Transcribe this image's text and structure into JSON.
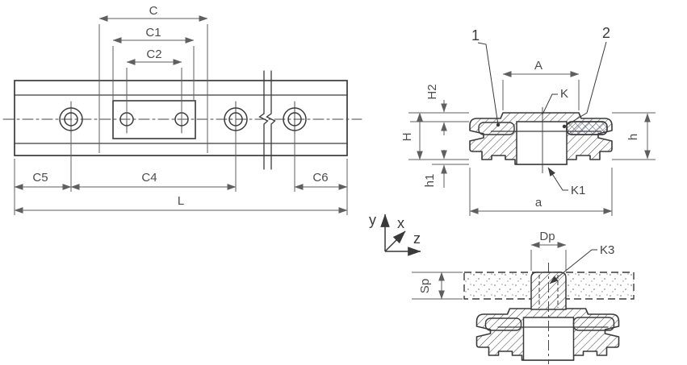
{
  "drawing": {
    "type": "technical-engineering-drawing",
    "views": [
      "rail-top-view",
      "carriage-cross-section",
      "mounting-cross-section",
      "coordinate-axes"
    ]
  },
  "labels": {
    "top_view": {
      "C": "C",
      "C1": "C1",
      "C2": "C2",
      "C5": "C5",
      "C4": "C4",
      "C6": "C6",
      "L": "L"
    },
    "axes": {
      "y": "y",
      "x": "x",
      "z": "z"
    },
    "cross_section": {
      "callout_1": "1",
      "callout_2": "2",
      "A": "A",
      "K": "K",
      "K1": "K1",
      "H2": "H2",
      "H": "H",
      "h1": "h1",
      "h": "h",
      "a": "a"
    },
    "mounting_section": {
      "Dp": "Dp",
      "K3": "K3",
      "Sp": "Sp"
    }
  },
  "colors": {
    "object_line": "#3a3a3a",
    "dimension_line": "#5f5f5f",
    "text": "#4d4d4d",
    "crosshatch": "#4a5578",
    "background": "#ffffff"
  }
}
